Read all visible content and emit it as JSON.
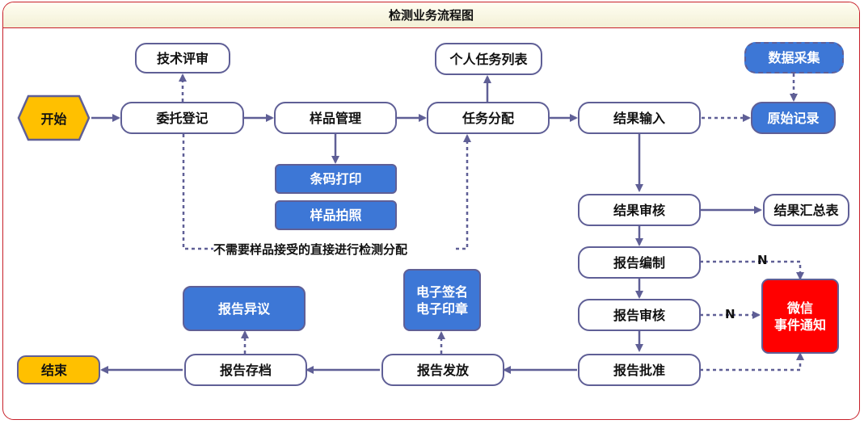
{
  "title": "检测业务流程图",
  "nodes": {
    "start": "开始",
    "commission": "委托登记",
    "tech_review": "技术评审",
    "sample_mgmt": "样品管理",
    "barcode": "条码打印",
    "photo": "样品拍照",
    "task_assign": "任务分配",
    "personal_tasks": "个人任务列表",
    "result_input": "结果输入",
    "data_collect": "数据采集",
    "raw_record": "原始记录",
    "result_review": "结果审核",
    "result_summary": "结果汇总表",
    "report_compile": "报告编制",
    "report_review": "报告审核",
    "report_approve": "报告批准",
    "wechat_line1": "微信",
    "wechat_line2": "事件通知",
    "report_issue": "报告发放",
    "esign_line1": "电子签名",
    "esign_line2": "电子印章",
    "report_archive": "报告存档",
    "report_objection": "报告异议",
    "end": "结束"
  },
  "labels": {
    "bypass_note": "不需要样品接受的直接进行检测分配",
    "n1": "N",
    "n2": "N"
  },
  "colors": {
    "frame": "#c8202a",
    "node_border": "#5f5f96",
    "blue_fill": "#3d77d6",
    "terminal_fill": "#ffc000",
    "alert_fill": "#ff0000",
    "connector": "#5f5f96"
  }
}
